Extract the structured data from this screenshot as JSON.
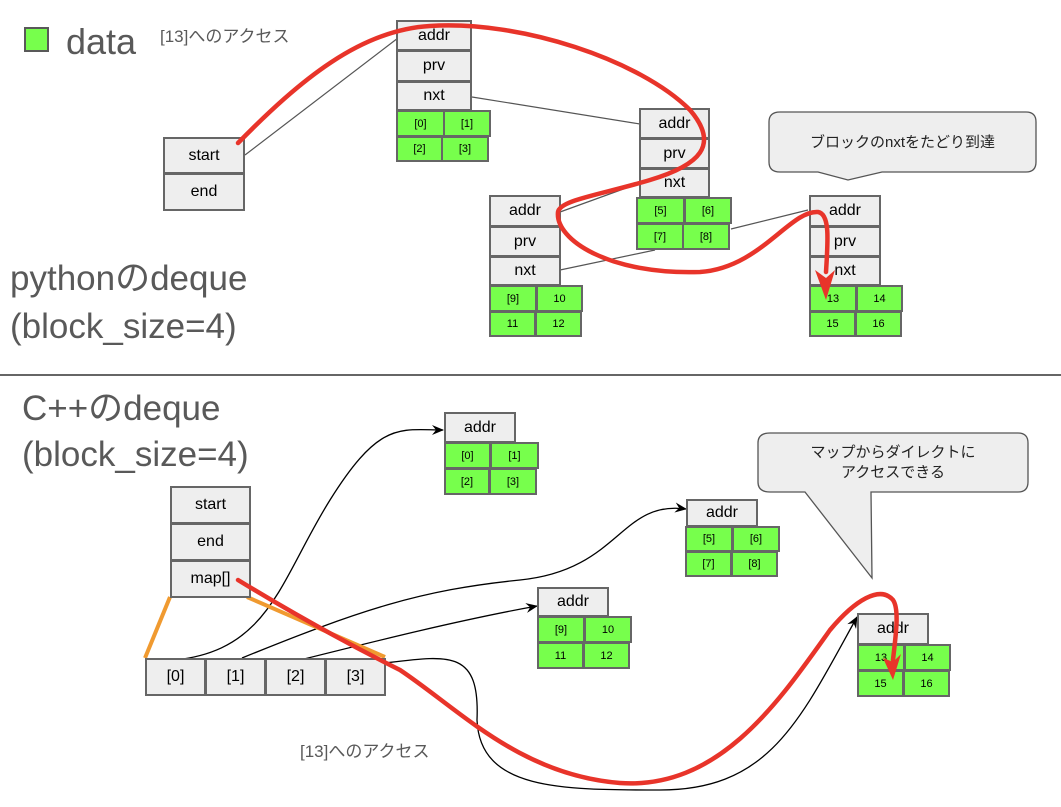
{
  "legend": {
    "label": "data",
    "color": "#77ff4c"
  },
  "colors": {
    "access_path": "#e8342a",
    "map_bracket": "#f09a30",
    "cell_gray": "#eeeeee",
    "cell_green": "#77ff4c"
  },
  "python": {
    "heading_line1": "pythonのdeque",
    "heading_line2": "(block_size=4)",
    "access_note": "[13]へのアクセス",
    "callout": "ブロックのnxtをたどり到達",
    "header": {
      "start": "start",
      "end": "end"
    },
    "blocks": [
      {
        "addr": "addr",
        "prv": "prv",
        "nxt": "nxt",
        "data": [
          "[0]",
          "[1]",
          "[2]",
          "[3]"
        ]
      },
      {
        "addr": "addr",
        "prv": "prv",
        "nxt": "nxt",
        "data": [
          "[5]",
          "[6]",
          "[7]",
          "[8]"
        ]
      },
      {
        "addr": "addr",
        "prv": "prv",
        "nxt": "nxt",
        "data": [
          "[9]",
          "10",
          "11",
          "12"
        ]
      },
      {
        "addr": "addr",
        "prv": "prv",
        "nxt": "nxt",
        "data": [
          "13",
          "14",
          "15",
          "16"
        ]
      }
    ]
  },
  "cpp": {
    "heading_line1": "C++のdeque",
    "heading_line2": "(block_size=4)",
    "access_note": "[13]へのアクセス",
    "callout_line1": "マップからダイレクトに",
    "callout_line2": "アクセスできる",
    "header": {
      "start": "start",
      "end": "end",
      "map": "map[]"
    },
    "map_entries": [
      "[0]",
      "[1]",
      "[2]",
      "[3]"
    ],
    "blocks": [
      {
        "addr": "addr",
        "data": [
          "[0]",
          "[1]",
          "[2]",
          "[3]"
        ]
      },
      {
        "addr": "addr",
        "data": [
          "[5]",
          "[6]",
          "[7]",
          "[8]"
        ]
      },
      {
        "addr": "addr",
        "data": [
          "[9]",
          "10",
          "11",
          "12"
        ]
      },
      {
        "addr": "addr",
        "data": [
          "13",
          "14",
          "15",
          "16"
        ]
      }
    ]
  }
}
